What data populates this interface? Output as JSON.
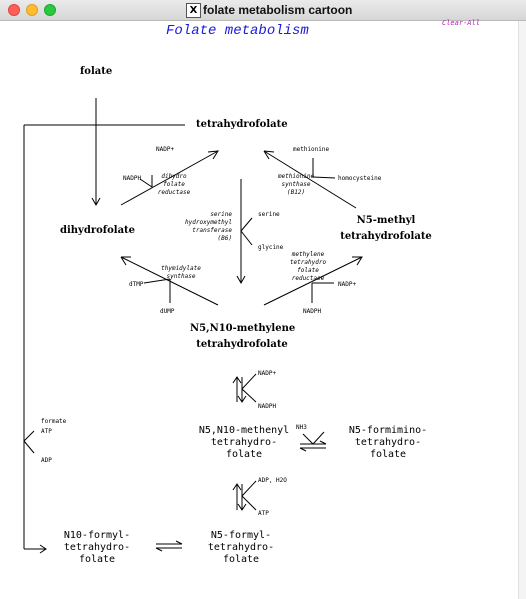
{
  "window": {
    "title": "folate metabolism cartoon",
    "x_icon": "X"
  },
  "canvas": {
    "title": "Folate metabolism",
    "clear_label": "Clear-All"
  },
  "compounds": {
    "folate": "folate",
    "thf": "tetrahydrofolate",
    "dhf": "dihydrofolate",
    "n5_methyl": [
      "N5-methyl",
      "tetrahydrofolate"
    ],
    "n5n10_methylene": [
      "N5,N10-methylene",
      "tetrahydrofolate"
    ],
    "n5n10_methenyl": [
      "N5,N10-methenyl",
      "tetrahydro-",
      "folate"
    ],
    "n5_formimino": [
      "N5-formimino-",
      "tetrahydro-",
      "folate"
    ],
    "n10_formyl": [
      "N10-formyl-",
      "tetrahydro-",
      "folate"
    ],
    "n5_formyl": [
      "N5-formyl-",
      "tetrahydro-",
      "folate"
    ]
  },
  "enzymes": {
    "dhfr": [
      "dihydro",
      "folate",
      "reductase"
    ],
    "met_synthase": [
      "methionine",
      "synthase",
      "(B12)"
    ],
    "shmt": [
      "serine",
      "hydroxymethyl",
      "transferase",
      "(B6)"
    ],
    "ts": [
      "thymidylate",
      "synthase"
    ],
    "mthfr": [
      "methylene",
      "tetrahydro",
      "folate",
      "reductase"
    ]
  },
  "cofactors": {
    "dhfr_top": "NADP+",
    "dhfr_left": "NADPH",
    "ms_top": "methionine",
    "ms_right": "homocysteine",
    "shmt_in": "serine",
    "shmt_out": "glycine",
    "ts_left": "dTMP",
    "ts_bottom": "dUMP",
    "mthfr_right": "NADP+",
    "mthfr_bottom": "NADPH",
    "step1_top": "NADP+",
    "step1_bottom": "NADPH",
    "nh3": "NH3",
    "step2_top": "ADP,  H2O",
    "step2_bottom": "ATP",
    "formate": "formate",
    "atp": "ATP",
    "adp": "ADP"
  },
  "icons": {
    "window_icon": "x11-icon"
  }
}
